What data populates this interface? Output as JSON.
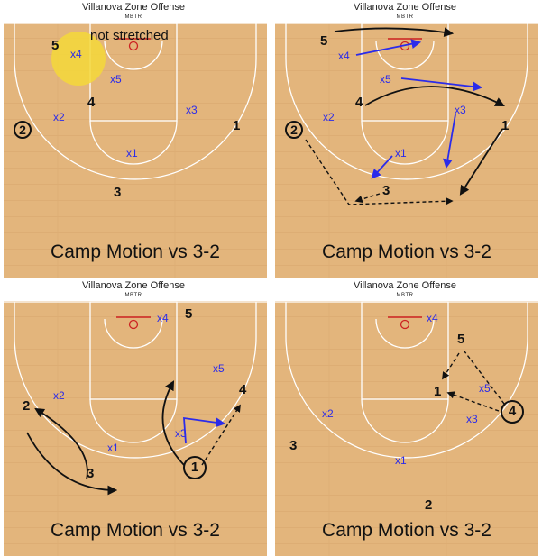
{
  "header": {
    "title": "Villanova Zone Offense",
    "subtitle": "MBTR"
  },
  "caption": "Camp Motion vs 3-2",
  "colors": {
    "wood": "#e3b57c",
    "wood_grain": "#c9935b",
    "offense": "#111111",
    "defense": "#2b2bea",
    "rim": "#cc2222",
    "highlight": "#f4d83a"
  },
  "panels": [
    {
      "annotation": "not stretched",
      "offense": [
        {
          "label": "5",
          "circled": false
        },
        {
          "label": "4",
          "circled": false
        },
        {
          "label": "2",
          "circled": true
        },
        {
          "label": "1",
          "circled": false
        },
        {
          "label": "3",
          "circled": false
        }
      ],
      "defense": [
        "x4",
        "x5",
        "x2",
        "x3",
        "x1"
      ]
    },
    {
      "offense": [
        {
          "label": "5",
          "circled": false
        },
        {
          "label": "4",
          "circled": false
        },
        {
          "label": "2",
          "circled": true
        },
        {
          "label": "1",
          "circled": false
        },
        {
          "label": "3",
          "circled": false
        }
      ],
      "defense": [
        "x4",
        "x5",
        "x2",
        "x3",
        "x1"
      ]
    },
    {
      "offense": [
        {
          "label": "5",
          "circled": false
        },
        {
          "label": "4",
          "circled": false
        },
        {
          "label": "2",
          "circled": false
        },
        {
          "label": "3",
          "circled": false
        },
        {
          "label": "1",
          "circled": true
        }
      ],
      "defense": [
        "x4",
        "x5",
        "x2",
        "x3",
        "x1"
      ]
    },
    {
      "offense": [
        {
          "label": "5",
          "circled": false
        },
        {
          "label": "1",
          "circled": false
        },
        {
          "label": "4",
          "circled": true
        },
        {
          "label": "3",
          "circled": false
        },
        {
          "label": "2",
          "circled": false
        }
      ],
      "defense": [
        "x4",
        "x5",
        "x3",
        "x2",
        "x1"
      ]
    }
  ]
}
